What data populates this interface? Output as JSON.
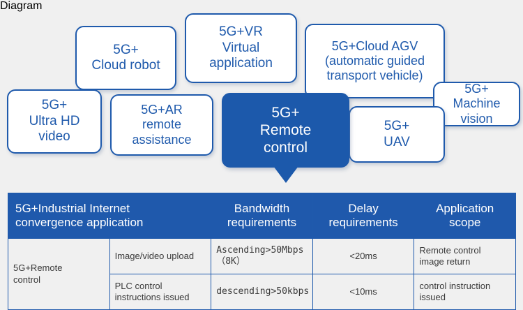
{
  "theme": {
    "accent_blue": "#1f5aac",
    "header_blue": "#1f59ac",
    "callout_blue": "#1c59ab",
    "page_background": "#f0f0f0",
    "bubble_background": "#ffffff",
    "cell_background": "#f0f0f0",
    "body_text": "#3a3a3a"
  },
  "diagram": {
    "center": {
      "label": "5G+\nRemote\ncontrol"
    },
    "bubbles": [
      {
        "id": "ultra-hd-video",
        "label": "5G+\nUltra HD\nvideo"
      },
      {
        "id": "cloud-robot",
        "label": "5G+\nCloud robot"
      },
      {
        "id": "vr-application",
        "label": "5G+VR\nVirtual\napplication"
      },
      {
        "id": "ar-assistance",
        "label": "5G+AR\nremote\nassistance"
      },
      {
        "id": "cloud-agv",
        "label": "5G+Cloud AGV\n(automatic guided\ntransport vehicle)"
      },
      {
        "id": "machine-vision",
        "label": "5G+\nMachine\nvision"
      },
      {
        "id": "uav",
        "label": "5G+\nUAV"
      }
    ]
  },
  "table": {
    "headers": [
      "5G+Industrial Internet\nconvergence application",
      "Bandwidth\nrequirements",
      "Delay\nrequirements",
      "Application\nscope"
    ],
    "rows": [
      {
        "application": "5G+Remote\ncontrol",
        "function": "Image/video upload",
        "bandwidth": "Ascending>50Mbps（8K）",
        "delay": "<20ms",
        "scope": "Remote control\nimage return"
      },
      {
        "application": "",
        "function": "PLC control\ninstructions issued",
        "bandwidth": "descending>50kbps",
        "delay": "<10ms",
        "scope": "control instruction\nissued"
      }
    ]
  }
}
